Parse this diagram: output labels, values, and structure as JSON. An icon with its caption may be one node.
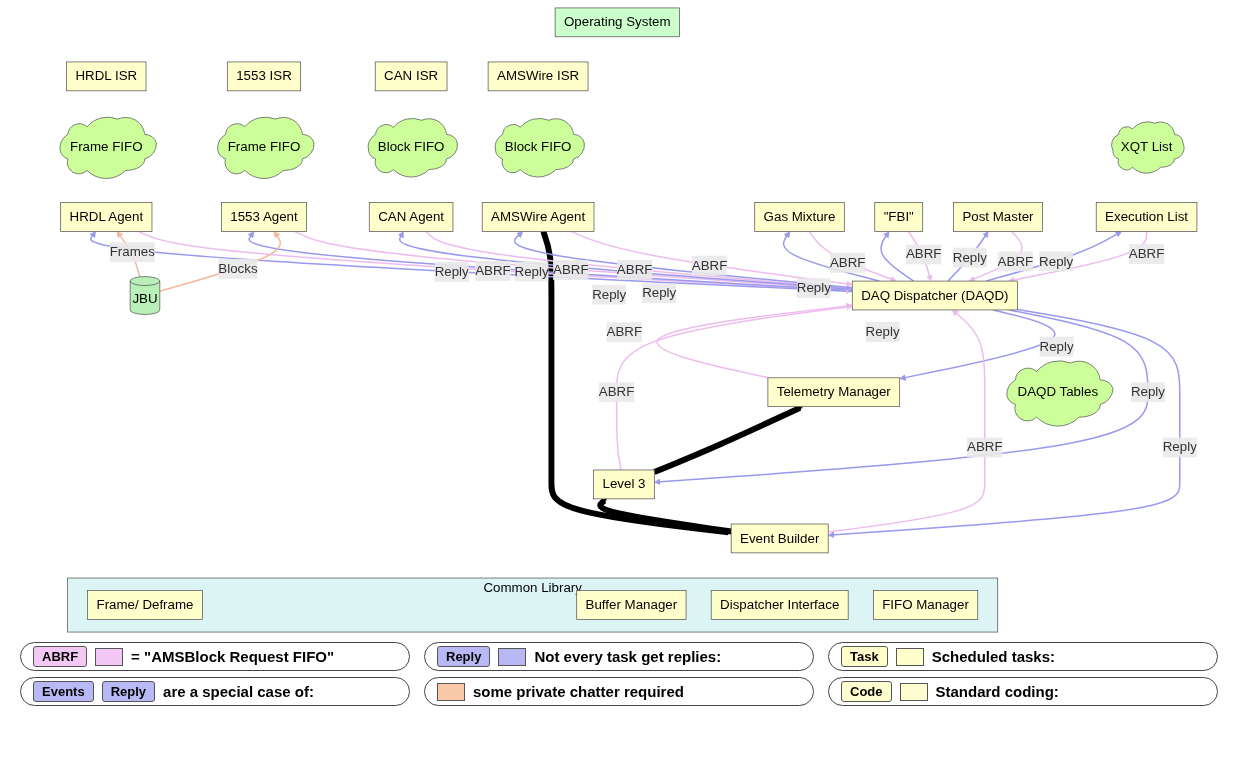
{
  "diagram": {
    "nodes": [
      {
        "text": [
          "Operating System"
        ]
      },
      {
        "text": [
          "HRDL ISR"
        ]
      },
      {
        "text": [
          "1553 ISR"
        ]
      },
      {
        "text": [
          "CAN ISR"
        ]
      },
      {
        "text": [
          "AMSWire ISR"
        ]
      },
      {
        "text": [
          "Frame FIFO"
        ]
      },
      {
        "text": [
          "Frame FIFO"
        ]
      },
      {
        "text": [
          "XQT List"
        ]
      },
      {
        "text": [
          "Gas Mixture"
        ]
      },
      {
        "text": [
          "\"FBI\""
        ]
      },
      {
        "text": [
          "Post Master"
        ]
      },
      {
        "text": [
          "Block FIFO"
        ]
      },
      {
        "text": [
          "Block FIFO"
        ]
      },
      {
        "text": [
          "HRDL Agent"
        ]
      },
      {
        "text": [
          "1553 Agent"
        ]
      },
      {
        "text": [
          "Execution List"
        ]
      },
      {
        "text": [
          "CAN Agent"
        ]
      },
      {
        "text": [
          "AMSWire Agent"
        ]
      },
      {
        "text": [
          "DAQ Dispatcher (DAQD)"
        ]
      },
      {
        "text": [
          "DAQD Tables"
        ]
      },
      {
        "text": [
          "JBU"
        ]
      },
      {
        "text": [
          "Telemetry Manager"
        ]
      },
      {
        "text": [
          "Level 3"
        ]
      },
      {
        "text": [
          "Event Builder"
        ]
      },
      {
        "text": [
          "Common Library"
        ]
      },
      {
        "text": [
          "Frame/ Deframe"
        ],
        "in": 24
      },
      {
        "text": [
          "FIFO Manager"
        ],
        "in": 24
      },
      {
        "text": [
          "Buffer Manager"
        ],
        "in": 24
      },
      {
        "text": [
          "Dispatcher Interface"
        ],
        "in": 24
      }
    ],
    "edges": [
      {
        "from": 23,
        "to": 22,
        "arrow": "to",
        "style": "thick",
        "color": "#000000"
      },
      {
        "from": 22,
        "to": 21,
        "arrow": "to",
        "style": "thick",
        "color": "#000000"
      },
      {
        "from": 17,
        "to": 23,
        "arrow": "to",
        "style": "thick",
        "color": "#000000"
      },
      {
        "from": 13,
        "to": 18,
        "arrow": "to",
        "label": "ABRF",
        "color": "#eebbee"
      },
      {
        "from": 18,
        "to": 13,
        "arrow": "to",
        "label": "Reply",
        "color": "#9999ee"
      },
      {
        "from": 14,
        "to": 18,
        "arrow": "to",
        "label": "ABRF",
        "color": "#eebbee"
      },
      {
        "from": 18,
        "to": 14,
        "arrow": "to",
        "label": "Reply",
        "color": "#9999ee"
      },
      {
        "from": 15,
        "to": 18,
        "arrow": "to",
        "label": "ABRF",
        "color": "#eebbee"
      },
      {
        "from": 18,
        "to": 15,
        "arrow": "to",
        "label": "Reply",
        "color": "#9999ee"
      },
      {
        "from": 8,
        "to": 18,
        "arrow": "to",
        "label": "ABRF",
        "color": "#eebbee"
      },
      {
        "from": 18,
        "to": 8,
        "arrow": "to",
        "label": "Reply",
        "color": "#9999ee"
      },
      {
        "from": 9,
        "to": 18,
        "arrow": "to",
        "label": "ABRF",
        "color": "#eebbee"
      },
      {
        "from": 18,
        "to": 9,
        "arrow": "to",
        "label": "Reply",
        "color": "#9999ee"
      },
      {
        "from": 10,
        "to": 18,
        "arrow": "to",
        "label": "ABRF",
        "color": "#eebbee"
      },
      {
        "from": 18,
        "to": 10,
        "arrow": "to",
        "label": "Reply",
        "color": "#9999ee"
      },
      {
        "from": 16,
        "to": 18,
        "arrow": "to",
        "label": "ABRF",
        "color": "#eebbee"
      },
      {
        "from": 18,
        "to": 16,
        "arrow": "to",
        "label": "Reply",
        "color": "#9999ee"
      },
      {
        "from": 17,
        "to": 18,
        "arrow": "to",
        "label": "ABRF",
        "color": "#eebbee"
      },
      {
        "from": 18,
        "to": 17,
        "arrow": "to",
        "label": "Reply",
        "color": "#9999ee"
      },
      {
        "from": 21,
        "to": 18,
        "arrow": "to",
        "label": "ABRF",
        "color": "#eebbee"
      },
      {
        "from": 18,
        "to": 21,
        "arrow": "to",
        "label": "Reply",
        "color": "#9999ee"
      },
      {
        "from": 22,
        "to": 18,
        "arrow": "to",
        "label": "ABRF",
        "color": "#eebbee"
      },
      {
        "from": 18,
        "to": 22,
        "arrow": "to",
        "label": "Reply",
        "color": "#9999ee"
      },
      {
        "from": 23,
        "to": 18,
        "arrow": "to",
        "label": "ABRF",
        "color": "#eebbee"
      },
      {
        "from": 18,
        "to": 23,
        "arrow": "to",
        "label": "Reply",
        "color": "#9999ee"
      },
      {
        "from": 20,
        "to": 13,
        "arrow": "to",
        "label": "Frames",
        "color": "#f4b89a"
      },
      {
        "from": 20,
        "to": 14,
        "arrow": "to",
        "label": "Blocks",
        "color": "#f4b89a"
      }
    ],
    "labels": [
      "ABRF",
      "Reply",
      "Task",
      "Events",
      "Reply",
      "Code"
    ],
    "legend": [
      {
        "text": "= \"AMSBlock Request FIFO\"",
        "color": "#f4c8f4"
      },
      {
        "text": "Not every task get replies:",
        "color": "#b8b8f4"
      },
      {
        "text": "Scheduled tasks:",
        "color": "#ffffcc"
      },
      {
        "text": "are a special case of:"
      },
      {
        "text": "some private chatter required",
        "color": "#f8c8a8"
      },
      {
        "text": "Standard coding:",
        "color": "#fdfdd0"
      }
    ]
  }
}
